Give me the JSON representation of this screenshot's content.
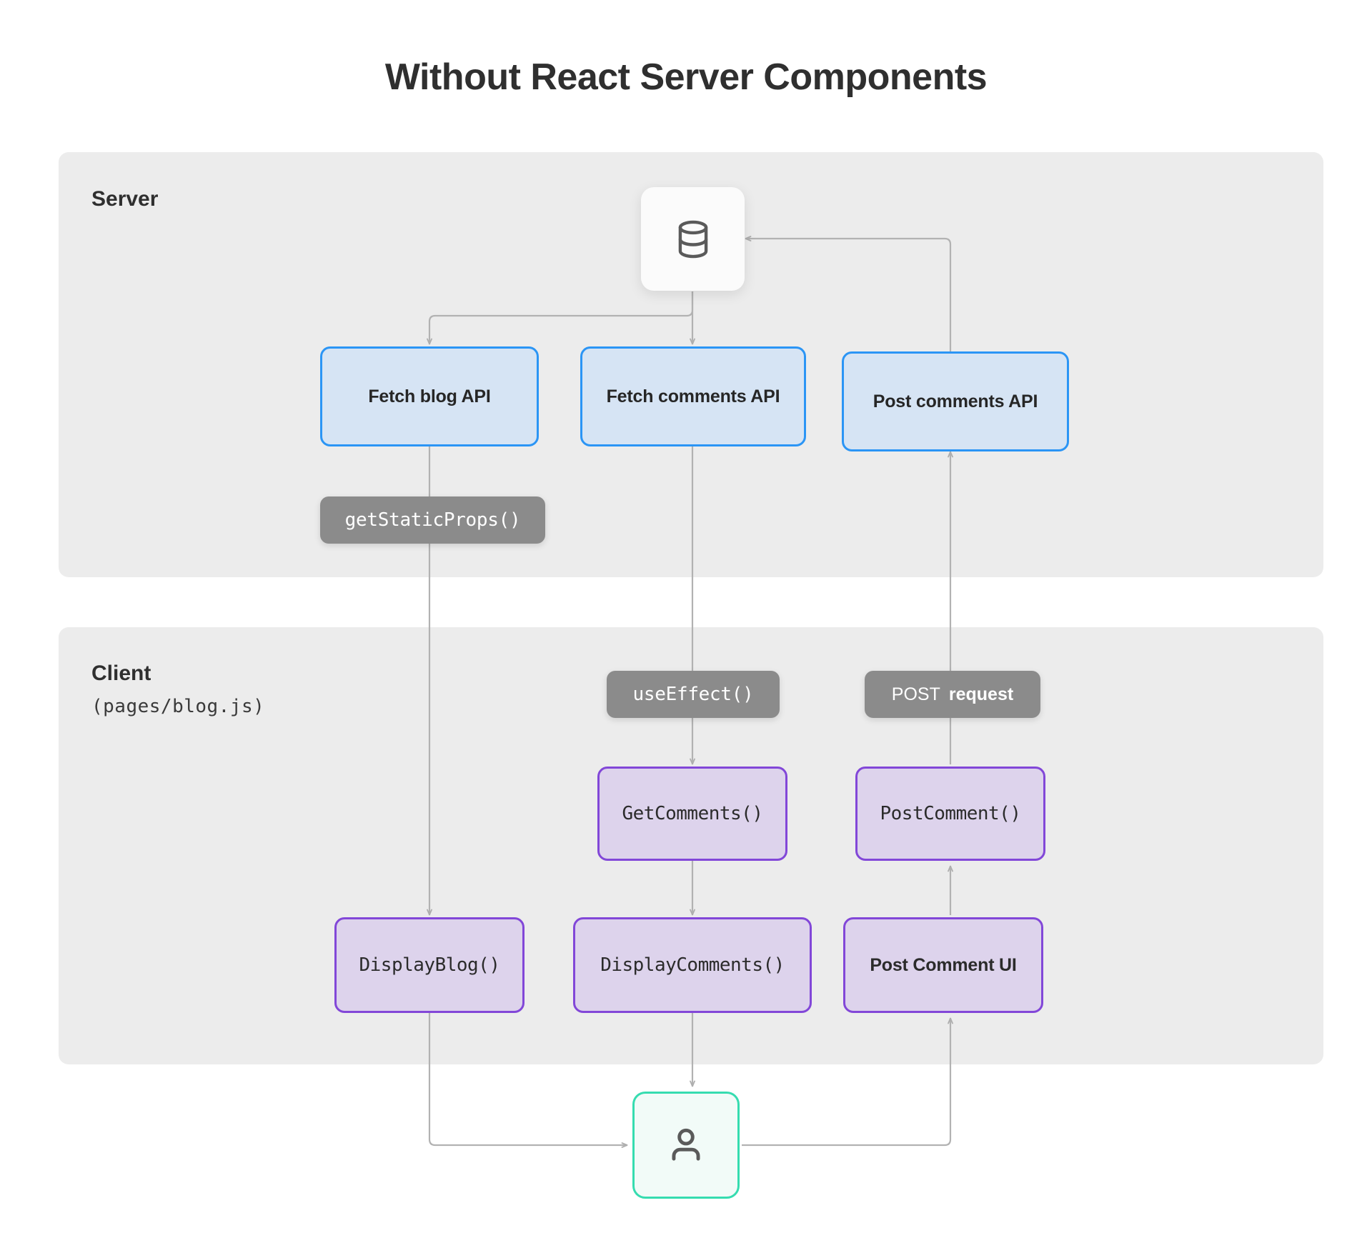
{
  "title": "Without React Server Components",
  "colors": {
    "page_background": "#ffffff",
    "panel_background": "#ececec",
    "api_fill": "#d6e4f4",
    "api_border": "#2b95f5",
    "component_fill": "#ddd3ec",
    "component_border": "#8247d8",
    "pill_fill": "#8b8b8b",
    "user_border": "#36dcb0",
    "connector": "#b0b0b0",
    "text_dark": "#2f2f2f"
  },
  "panels": {
    "server": {
      "label": "Server"
    },
    "client": {
      "label": "Client",
      "sublabel": "(pages/blog.js)"
    }
  },
  "nodes": {
    "database": {
      "icon": "database-icon"
    },
    "user": {
      "icon": "user-icon"
    },
    "fetch_blog_api": {
      "label": "Fetch blog API"
    },
    "fetch_comments_api": {
      "label": "Fetch  comments API"
    },
    "post_comments_api": {
      "label": "Post comments API"
    },
    "get_comments": {
      "label": "GetComments()"
    },
    "post_comment": {
      "label": "PostComment()"
    },
    "display_blog": {
      "label": "DisplayBlog()"
    },
    "display_comments": {
      "label": "DisplayComments()"
    },
    "post_comment_ui": {
      "label": "Post Comment UI"
    }
  },
  "edge_labels": {
    "get_static_props": {
      "text": "getStaticProps()"
    },
    "use_effect": {
      "text": "useEffect()"
    },
    "post_request": {
      "prefix": "POST",
      "suffix": "request"
    }
  }
}
